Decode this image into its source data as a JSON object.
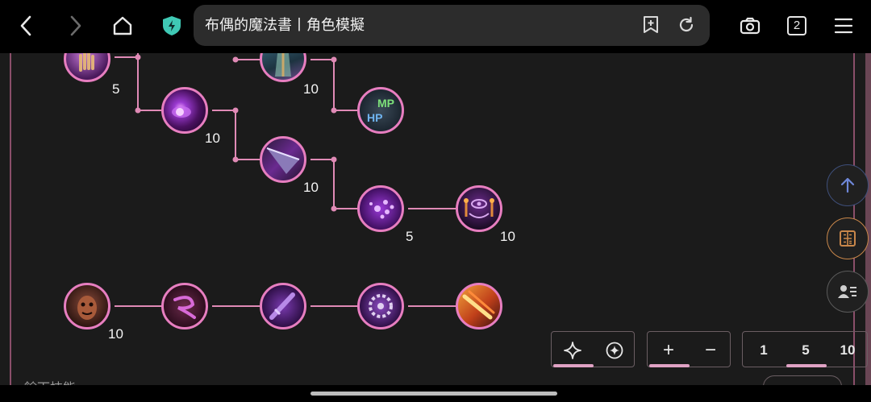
{
  "browser": {
    "url_title": "布偶的魔法書丨角色模擬",
    "tab_count": "2"
  },
  "skills": {
    "row1": [
      {
        "name": "skill-palm",
        "level": "5"
      },
      {
        "name": "skill-staff",
        "level": "10"
      },
      {
        "name": "skill-orb",
        "level": "10"
      },
      {
        "name": "skill-mp-hp",
        "level": ""
      },
      {
        "name": "skill-arrow",
        "level": "10"
      },
      {
        "name": "skill-burst",
        "level": "5"
      },
      {
        "name": "skill-eye",
        "level": "10"
      }
    ],
    "row2": [
      {
        "name": "skill-face",
        "level": "10"
      },
      {
        "name": "skill-swirl",
        "level": ""
      },
      {
        "name": "skill-blade",
        "level": ""
      },
      {
        "name": "skill-saw",
        "level": ""
      },
      {
        "name": "skill-slash",
        "level": ""
      }
    ]
  },
  "controls": {
    "mode_group": {
      "selected": "sparkle"
    },
    "zoom_group": {
      "plus": "+",
      "minus": "−"
    },
    "step_group": {
      "options": [
        "1",
        "5",
        "10"
      ],
      "selected": "5"
    }
  },
  "partial_text": "餘下技能",
  "colors": {
    "node_border": "#e77ec0",
    "connector": "#e08ab6",
    "accent_underline": "#e0a2c4",
    "fab_up": "#6e87d8",
    "fab_calc": "#c9874a",
    "fab_person": "#9b9b9b"
  }
}
